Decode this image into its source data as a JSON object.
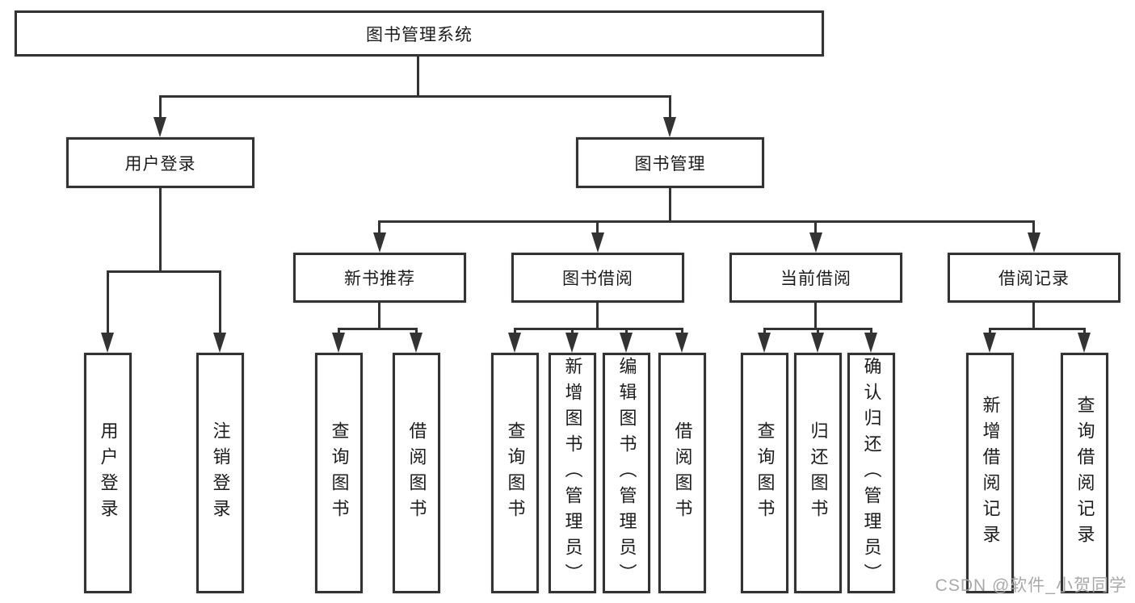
{
  "diagram": {
    "root": {
      "label": "图书管理系统"
    },
    "user_branch": {
      "label": "用户登录",
      "leaves": [
        {
          "label": "用户登录"
        },
        {
          "label": "注销登录"
        }
      ]
    },
    "book_branch": {
      "label": "图书管理",
      "sections": [
        {
          "label": "新书推荐",
          "leaves": [
            {
              "label": "查询图书"
            },
            {
              "label": "借阅图书"
            }
          ]
        },
        {
          "label": "图书借阅",
          "leaves": [
            {
              "label": "查询图书"
            },
            {
              "label": "新增图书（管理员）"
            },
            {
              "label": "编辑图书（管理员）"
            },
            {
              "label": "借阅图书"
            }
          ]
        },
        {
          "label": "当前借阅",
          "leaves": [
            {
              "label": "查询图书"
            },
            {
              "label": "归还图书"
            },
            {
              "label": "确认归还（管理员）"
            }
          ]
        },
        {
          "label": "借阅记录",
          "leaves": [
            {
              "label": "新增借阅记录"
            },
            {
              "label": "查询借阅记录"
            }
          ]
        }
      ]
    }
  },
  "watermark": {
    "text": "CSDN @软件_小贺同学"
  },
  "colors": {
    "line": "#333333",
    "text": "#1c1c1c",
    "watermark": "#a4a4a4",
    "background": "#ffffff"
  }
}
